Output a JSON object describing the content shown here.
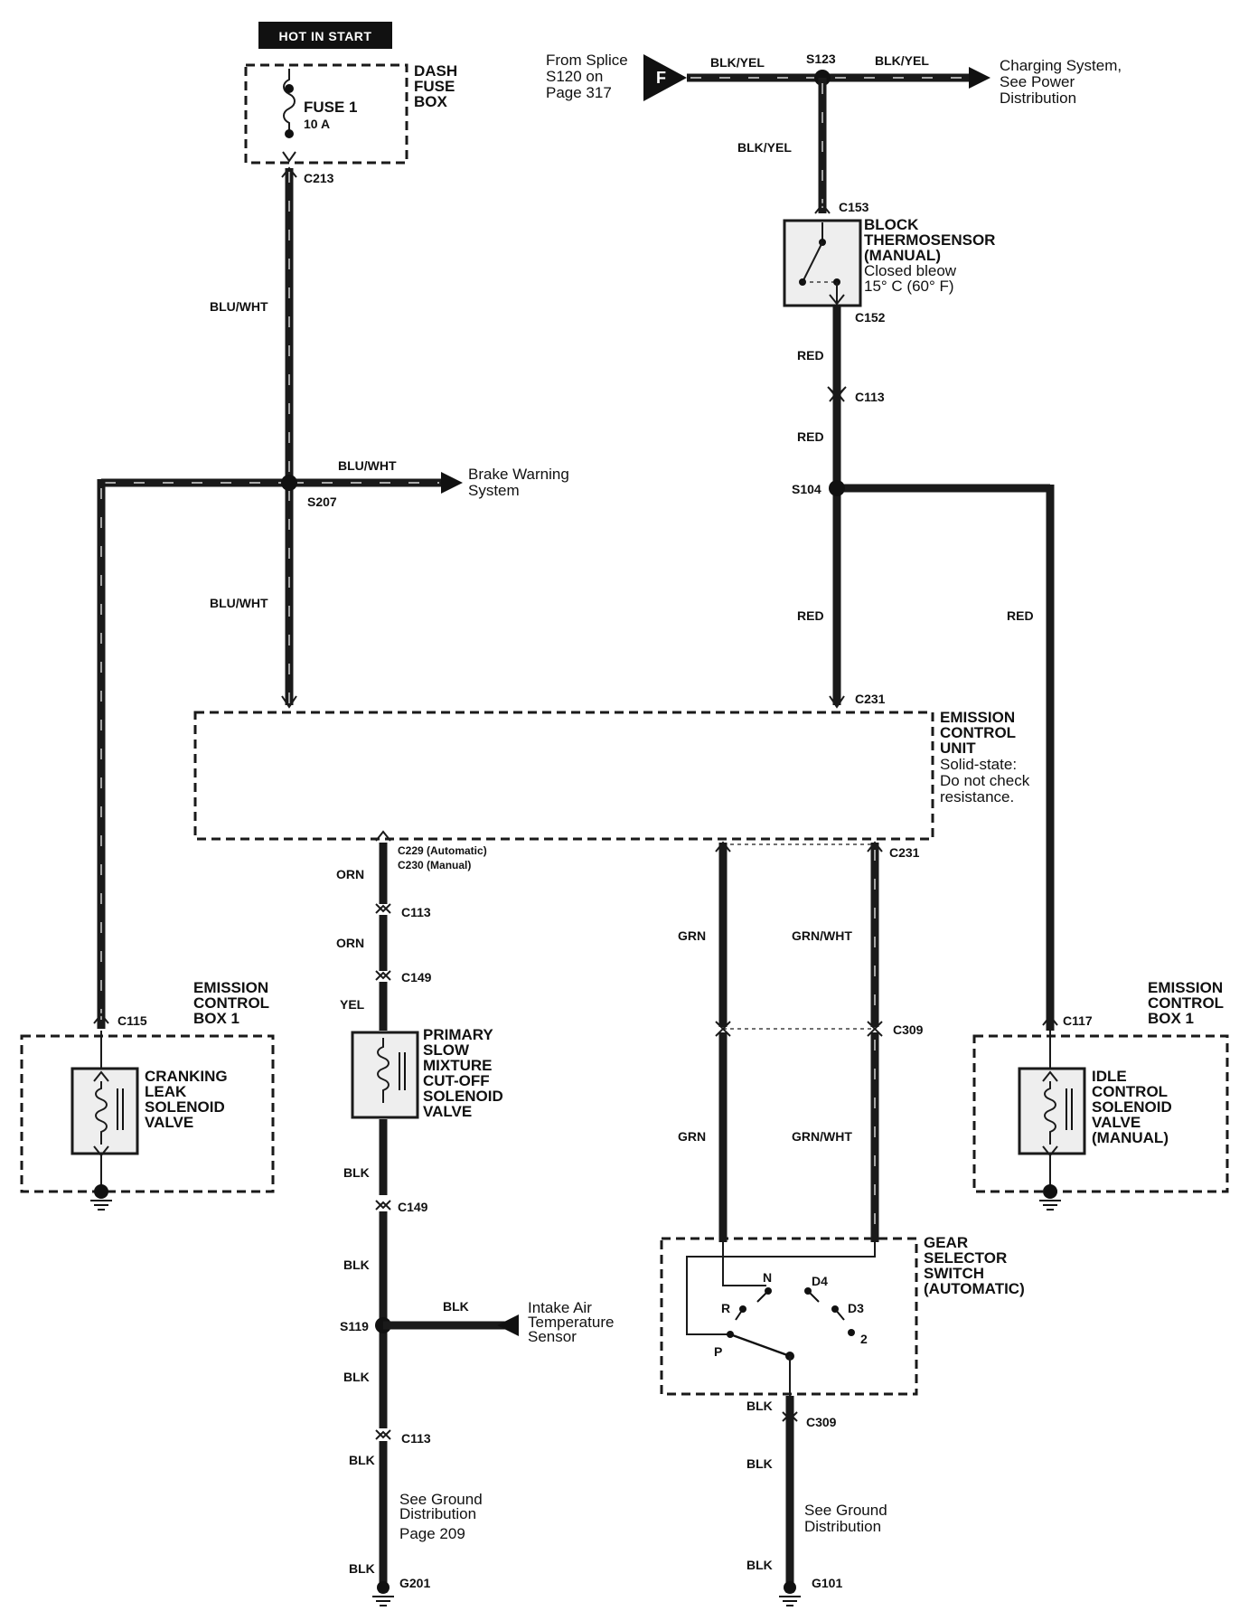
{
  "power_tag": "HOT IN START",
  "fuse_box": {
    "title_line1": "DASH",
    "title_line2": "FUSE",
    "title_line3": "BOX",
    "fuse_name": "FUSE 1",
    "fuse_rating": "10 A"
  },
  "connectors": {
    "c213": "C213",
    "c153": "C153",
    "c152": "C152",
    "c113_top": "C113",
    "c231_top": "C231",
    "c229": "C229 (Automatic)",
    "c230": "C230 (Manual)",
    "c113_orn": "C113",
    "c149_upper": "C149",
    "c231_right": "C231",
    "c115": "C115",
    "c309_upper": "C309",
    "c117": "C117",
    "c149_lower": "C149",
    "c113_lower": "C113",
    "c309_lower": "C309",
    "g201": "G201",
    "g101": "G101"
  },
  "splices": {
    "s123": "S123",
    "s207": "S207",
    "s104": "S104",
    "s119": "S119"
  },
  "wires": {
    "blu_wht_1": "BLU/WHT",
    "blu_wht_2": "BLU/WHT",
    "blu_wht_3": "BLU/WHT",
    "blk_yel_1": "BLK/YEL",
    "blk_yel_2": "BLK/YEL",
    "blk_yel_3": "BLK/YEL",
    "red_1": "RED",
    "red_2": "RED",
    "red_3": "RED",
    "red_4": "RED",
    "orn_1": "ORN",
    "orn_2": "ORN",
    "yel_1": "YEL",
    "grn_1": "GRN",
    "grn_2": "GRN",
    "grn_wht_1": "GRN/WHT",
    "grn_wht_2": "GRN/WHT",
    "blk_1": "BLK",
    "blk_2": "BLK",
    "blk_3": "BLK",
    "blk_4": "BLK",
    "blk_5": "BLK",
    "blk_6": "BLK",
    "blk_7": "BLK",
    "blk_8": "BLK",
    "blk_9": "BLK"
  },
  "from_splice": {
    "line1": "From Splice",
    "line2": "S120  on",
    "line3": "Page 317",
    "flag": "F"
  },
  "charging": {
    "line1": "Charging System,",
    "line2": "See Power",
    "line3": "Distribution"
  },
  "brake": {
    "line1": "Brake Warning",
    "line2": "System"
  },
  "thermosensor": {
    "line1": "BLOCK",
    "line2": "THERMOSENSOR",
    "line3": "(MANUAL)",
    "line4": "Closed bleow",
    "line5": "15°  C (60°  F)"
  },
  "ecu": {
    "line1": "EMISSION",
    "line2": "CONTROL",
    "line3": "UNIT",
    "line4": "Solid-state:",
    "line5": "Do not check",
    "line6": "resistance."
  },
  "ecb_left": {
    "line1": "EMISSION",
    "line2": "CONTROL",
    "line3": "BOX 1"
  },
  "ecb_right": {
    "line1": "EMISSION",
    "line2": "CONTROL",
    "line3": "BOX 1"
  },
  "cranking": {
    "line1": "CRANKING",
    "line2": "LEAK",
    "line3": "SOLENOID",
    "line4": "VALVE"
  },
  "primary": {
    "line1": "PRIMARY",
    "line2": "SLOW",
    "line3": "MIXTURE",
    "line4": "CUT-OFF",
    "line5": "SOLENOID",
    "line6": "VALVE"
  },
  "idle": {
    "line1": "IDLE",
    "line2": "CONTROL",
    "line3": "SOLENOID",
    "line4": "VALVE",
    "line5": "(MANUAL)"
  },
  "intake": {
    "line1": "Intake Air",
    "line2": "Temperature",
    "line3": "Sensor"
  },
  "gear": {
    "line1": "GEAR",
    "line2": "SELECTOR",
    "line3": "SWITCH",
    "line4": "(AUTOMATIC)",
    "pos_n": "N",
    "pos_d4": "D4",
    "pos_r": "R",
    "pos_d3": "D3",
    "pos_p": "P",
    "pos_2": "2"
  },
  "ground_left": {
    "line1": "See Ground",
    "line2": "Distribution",
    "line3": "Page 209"
  },
  "ground_right": {
    "line1": "See Ground",
    "line2": "Distribution"
  }
}
